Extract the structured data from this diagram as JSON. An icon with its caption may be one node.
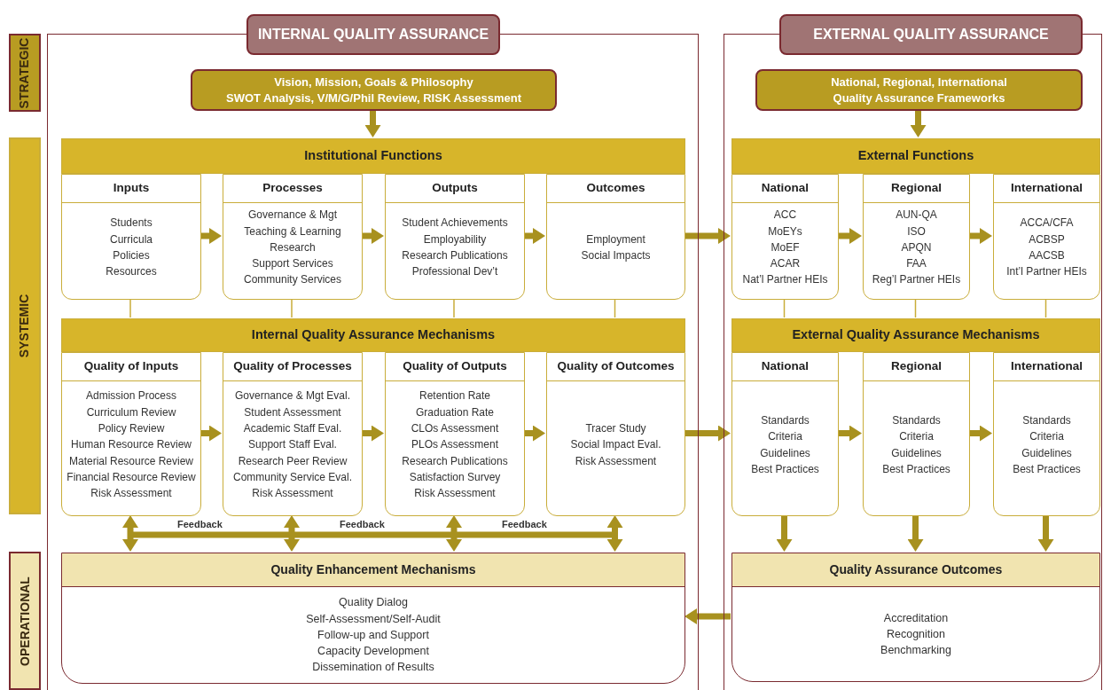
{
  "diagram": {
    "nodes": [
      {
        "text": [
          "STRATEGIC"
        ]
      },
      {
        "text": [
          "SYSTEMIC"
        ]
      },
      {
        "text": [
          "OPERATIONAL"
        ]
      },
      {
        "text": [
          "INTERNAL QUALITY ASSURANCE"
        ]
      },
      {
        "text": [
          "Vision, Mission, Goals & Philosophy",
          "SWOT Analysis, V/M/G/Phil Review, RISK Assessment"
        ],
        "in": 3
      },
      {
        "text": [
          "Institutional Functions"
        ],
        "in": 3
      },
      {
        "text": [
          "Inputs",
          "Students",
          "Curricula",
          "Policies",
          "Resources"
        ],
        "in": 3
      },
      {
        "text": [
          "Processes",
          "Governance & Mgt",
          "Teaching & Learning",
          "Research",
          "Support Services",
          "Community Services"
        ],
        "in": 3
      },
      {
        "text": [
          "Outputs",
          "Student Achievements",
          "Employability",
          "Research Publications",
          "Professional Dev’t"
        ],
        "in": 3
      },
      {
        "text": [
          "Outcomes",
          "Employment",
          "Social Impacts"
        ],
        "in": 3
      },
      {
        "text": [
          "Internal Quality Assurance Mechanisms"
        ],
        "in": 3
      },
      {
        "text": [
          "Quality of Inputs",
          "Admission Process",
          "Curriculum Review",
          "Policy Review",
          "Human Resource Review",
          "Material Resource Review",
          "Financial Resource Review",
          "Risk Assessment"
        ],
        "in": 3
      },
      {
        "text": [
          "Quality of Processes",
          "Governance & Mgt Eval.",
          "Student Assessment",
          "Academic Staff Eval.",
          "Support Staff Eval.",
          "Research Peer Review",
          "Community Service Eval.",
          "Risk Assessment"
        ],
        "in": 3
      },
      {
        "text": [
          "Quality of Outputs",
          "Retention Rate",
          "Graduation Rate",
          "CLOs Assessment",
          "PLOs Assessment",
          "Research Publications",
          "Satisfaction Survey",
          "Risk Assessment"
        ],
        "in": 3
      },
      {
        "text": [
          "Quality of Outcomes",
          "Tracer Study",
          "Social Impact Eval.",
          "Risk Assessment"
        ],
        "in": 3
      },
      {
        "text": [
          "Quality Enhancement Mechanisms",
          "Quality Dialog",
          "Self-Assessment/Self-Audit",
          "Follow-up and Support",
          "Capacity Development",
          "Dissemination of Results"
        ],
        "in": 3
      },
      {
        "text": [
          "EXTERNAL QUALITY ASSURANCE"
        ]
      },
      {
        "text": [
          "National, Regional, International",
          "Quality Assurance Frameworks"
        ],
        "in": 16
      },
      {
        "text": [
          "External Functions"
        ],
        "in": 16
      },
      {
        "text": [
          "National",
          "ACC",
          "MoEYs",
          "MoEF",
          "ACAR",
          "Nat’l Partner HEIs"
        ],
        "in": 16
      },
      {
        "text": [
          "Regional",
          "AUN-QA",
          "ISO",
          "APQN",
          "FAA",
          "Reg’l Partner HEIs"
        ],
        "in": 16
      },
      {
        "text": [
          "International",
          "ACCA/CFA",
          "ACBSP",
          "AACSB",
          "Int’l Partner HEIs"
        ],
        "in": 16
      },
      {
        "text": [
          "External Quality Assurance Mechanisms"
        ],
        "in": 16
      },
      {
        "text": [
          "National",
          "Standards",
          "Criteria",
          "Guidelines",
          "Best Practices"
        ],
        "in": 16
      },
      {
        "text": [
          "Regional",
          "Standards",
          "Criteria",
          "Guidelines",
          "Best Practices"
        ],
        "in": 16
      },
      {
        "text": [
          "International",
          "Standards",
          "Criteria",
          "Guidelines",
          "Best Practices"
        ],
        "in": 16
      },
      {
        "text": [
          "Quality Assurance Outcomes",
          "Accreditation",
          "Recognition",
          "Benchmarking"
        ],
        "in": 16
      }
    ],
    "edges": [
      {
        "from": 4,
        "to": 5,
        "arrow": "to"
      },
      {
        "from": 6,
        "to": 7,
        "arrow": "to"
      },
      {
        "from": 7,
        "to": 8,
        "arrow": "to"
      },
      {
        "from": 8,
        "to": 9,
        "arrow": "to"
      },
      {
        "from": 6,
        "to": 10,
        "arrow": "none",
        "color": "#c9ad3a"
      },
      {
        "from": 7,
        "to": 10,
        "arrow": "none",
        "color": "#c9ad3a"
      },
      {
        "from": 8,
        "to": 10,
        "arrow": "none",
        "color": "#c9ad3a"
      },
      {
        "from": 9,
        "to": 10,
        "arrow": "none",
        "color": "#c9ad3a"
      },
      {
        "from": 11,
        "to": 12,
        "arrow": "to"
      },
      {
        "from": 12,
        "to": 13,
        "arrow": "to"
      },
      {
        "from": 13,
        "to": 14,
        "arrow": "to"
      },
      {
        "from": 11,
        "to": 15,
        "arrow": "both"
      },
      {
        "from": 12,
        "to": 15,
        "arrow": "both"
      },
      {
        "from": 13,
        "to": 15,
        "arrow": "both"
      },
      {
        "from": 14,
        "to": 15,
        "arrow": "both"
      },
      {
        "from": 9,
        "to": 19,
        "arrow": "to"
      },
      {
        "from": 14,
        "to": 23,
        "arrow": "to"
      },
      {
        "from": 17,
        "to": 18,
        "arrow": "to"
      },
      {
        "from": 19,
        "to": 20,
        "arrow": "to"
      },
      {
        "from": 20,
        "to": 21,
        "arrow": "to"
      },
      {
        "from": 19,
        "to": 22,
        "arrow": "none",
        "color": "#c9ad3a"
      },
      {
        "from": 20,
        "to": 22,
        "arrow": "none",
        "color": "#c9ad3a"
      },
      {
        "from": 21,
        "to": 22,
        "arrow": "none",
        "color": "#c9ad3a"
      },
      {
        "from": 23,
        "to": 24,
        "arrow": "to"
      },
      {
        "from": 24,
        "to": 25,
        "arrow": "to"
      },
      {
        "from": 23,
        "to": 26,
        "arrow": "to"
      },
      {
        "from": 24,
        "to": 26,
        "arrow": "to"
      },
      {
        "from": 25,
        "to": 26,
        "arrow": "to"
      },
      {
        "from": 26,
        "to": 15,
        "arrow": "to"
      }
    ],
    "labels": [
      "Feedback",
      "Feedback",
      "Feedback"
    ]
  }
}
